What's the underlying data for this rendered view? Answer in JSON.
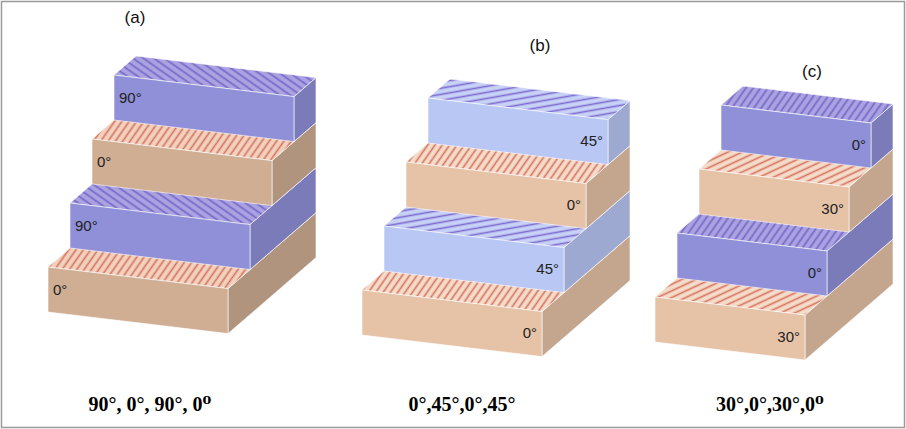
{
  "diagram": {
    "labels": [
      "(a)",
      "90°",
      "0°",
      "90°",
      "0°",
      "90°, 0°, 90°, 0⁰",
      "(b)",
      "45°",
      "0°",
      "45°",
      "0°",
      "0°,45°,0°,45°",
      "(c)",
      "0°",
      "30°",
      "0°",
      "30°",
      "30°,0°,30°,0⁰"
    ]
  }
}
